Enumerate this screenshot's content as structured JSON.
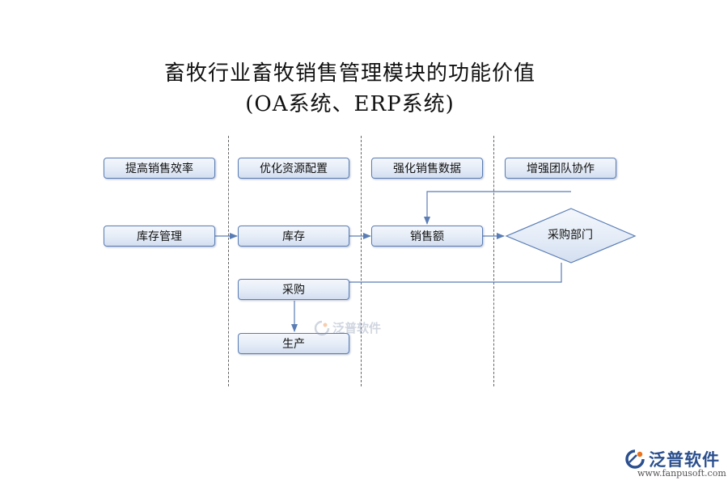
{
  "title": {
    "line1": "畜牧行业畜牧销售管理模块的功能价值",
    "line2": "(OA系统、ERP系统)"
  },
  "columns": {
    "headers": [
      "提高销售效率",
      "优化资源配置",
      "强化销售数据",
      "增强团队协作"
    ]
  },
  "nodes": {
    "inventory_management": "库存管理",
    "inventory": "库存",
    "sales_amount": "销售额",
    "purchasing_dept": "采购部门",
    "purchasing": "采购",
    "production": "生产"
  },
  "watermark": {
    "text": "泛普软件"
  },
  "footer": {
    "logo_text": "泛普软件",
    "url": "www.fanpusoft.com"
  },
  "colors": {
    "box_border": "#5a7db5",
    "box_fill_top": "#f4f7fc",
    "box_fill_bottom": "#d3def0",
    "line": "#5a7db5",
    "logo_blue": "#2b4f8e",
    "logo_orange": "#e8731c"
  }
}
